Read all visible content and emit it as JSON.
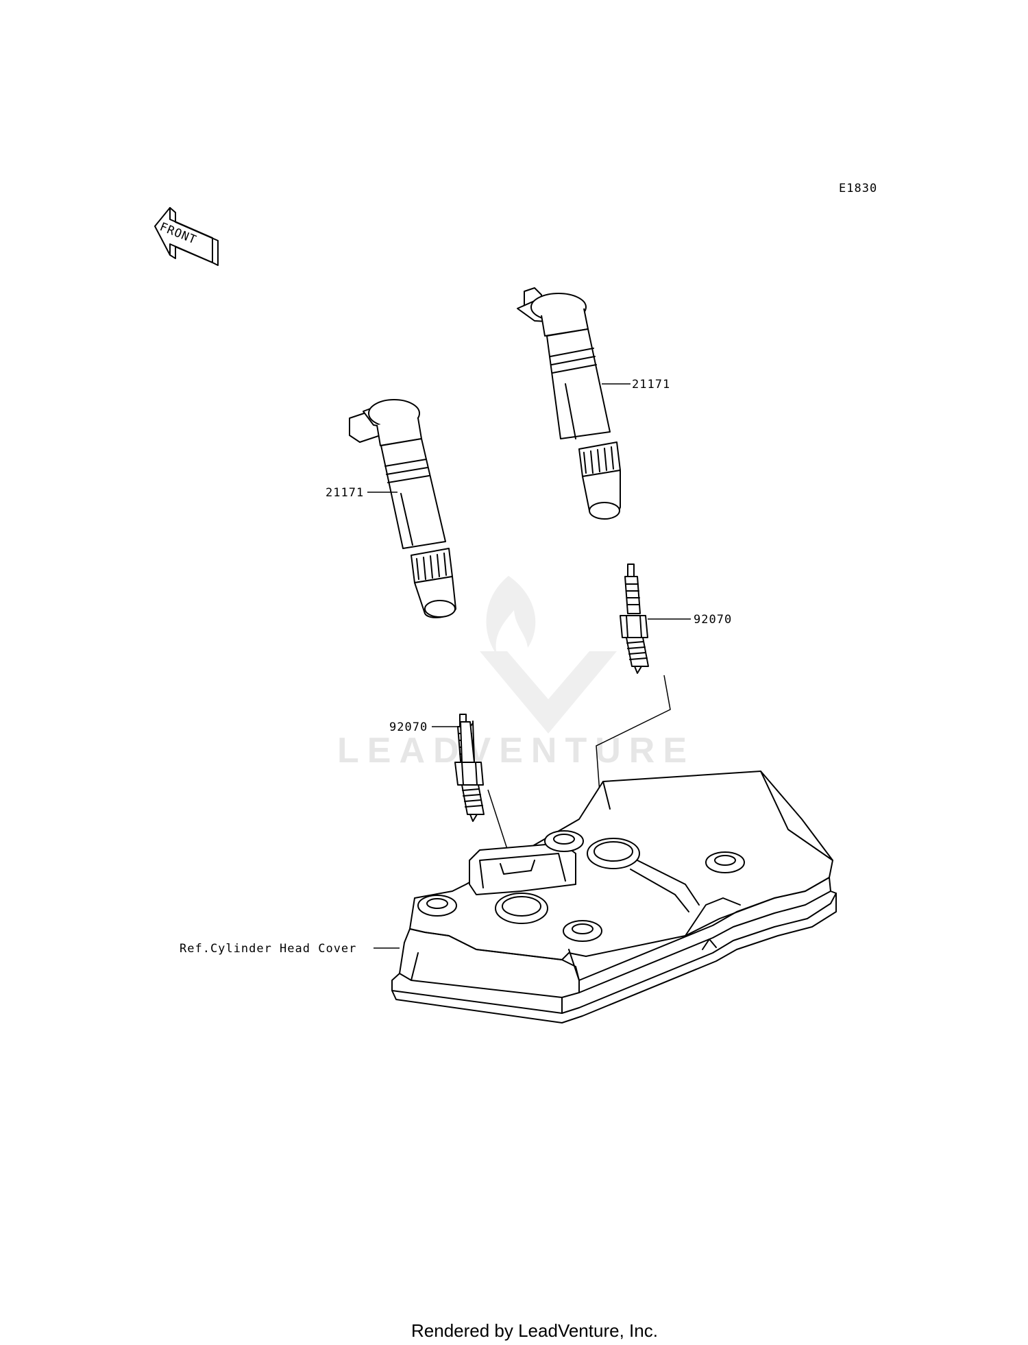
{
  "diagram_code": "E1830",
  "front_label": "FRONT",
  "parts": {
    "coil_right": "21171",
    "coil_left": "21171",
    "plug_right": "92070",
    "plug_left": "92070"
  },
  "reference_label": "Ref.Cylinder Head Cover",
  "watermark": "LEADVENTURE",
  "footer": "Rendered by LeadVenture, Inc."
}
